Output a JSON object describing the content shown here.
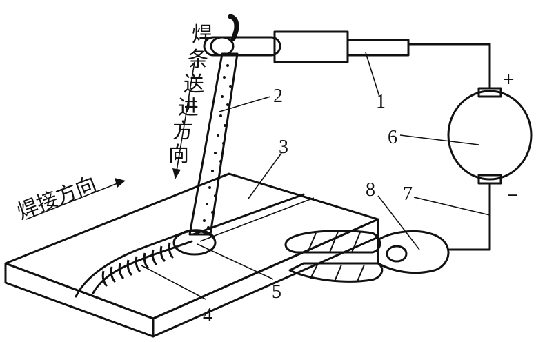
{
  "diagram": {
    "feed_direction_label": "焊条送进方向",
    "welding_direction_label": "焊接方向",
    "plus_sign": "+",
    "minus_sign": "−",
    "callouts": [
      "1",
      "2",
      "3",
      "4",
      "5",
      "6",
      "7",
      "8"
    ]
  }
}
